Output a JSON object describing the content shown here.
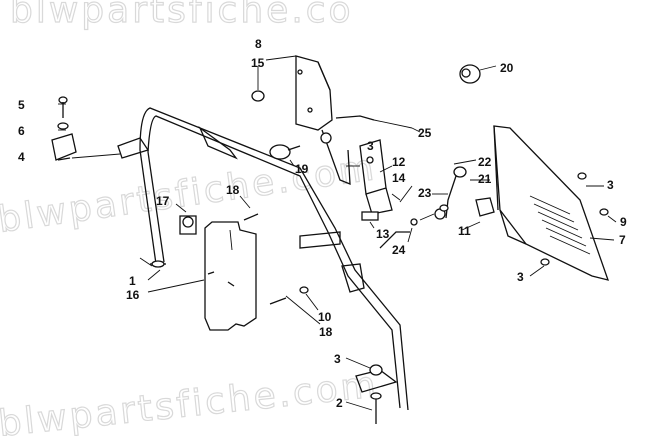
{
  "watermark": {
    "text": "blwpartsfiche.com",
    "text_top": "blwpartsfiche.co"
  },
  "diagram": {
    "callouts": [
      {
        "id": "c1",
        "text": "1"
      },
      {
        "id": "c2",
        "text": "2"
      },
      {
        "id": "c3a",
        "text": "3"
      },
      {
        "id": "c3b",
        "text": "3"
      },
      {
        "id": "c3c",
        "text": "3"
      },
      {
        "id": "c3d",
        "text": "3"
      },
      {
        "id": "c4",
        "text": "4"
      },
      {
        "id": "c5",
        "text": "5"
      },
      {
        "id": "c6",
        "text": "6"
      },
      {
        "id": "c7",
        "text": "7"
      },
      {
        "id": "c8",
        "text": "8"
      },
      {
        "id": "c9",
        "text": "9"
      },
      {
        "id": "c10",
        "text": "10"
      },
      {
        "id": "c11",
        "text": "11"
      },
      {
        "id": "c12",
        "text": "12"
      },
      {
        "id": "c13",
        "text": "13"
      },
      {
        "id": "c14",
        "text": "14"
      },
      {
        "id": "c15",
        "text": "15"
      },
      {
        "id": "c16",
        "text": "16"
      },
      {
        "id": "c17",
        "text": "17"
      },
      {
        "id": "c18a",
        "text": "18"
      },
      {
        "id": "c18b",
        "text": "18"
      },
      {
        "id": "c19",
        "text": "19"
      },
      {
        "id": "c20",
        "text": "20"
      },
      {
        "id": "c21",
        "text": "21"
      },
      {
        "id": "c22",
        "text": "22"
      },
      {
        "id": "c23",
        "text": "23"
      },
      {
        "id": "c24",
        "text": "24"
      },
      {
        "id": "c25",
        "text": "25"
      }
    ]
  }
}
